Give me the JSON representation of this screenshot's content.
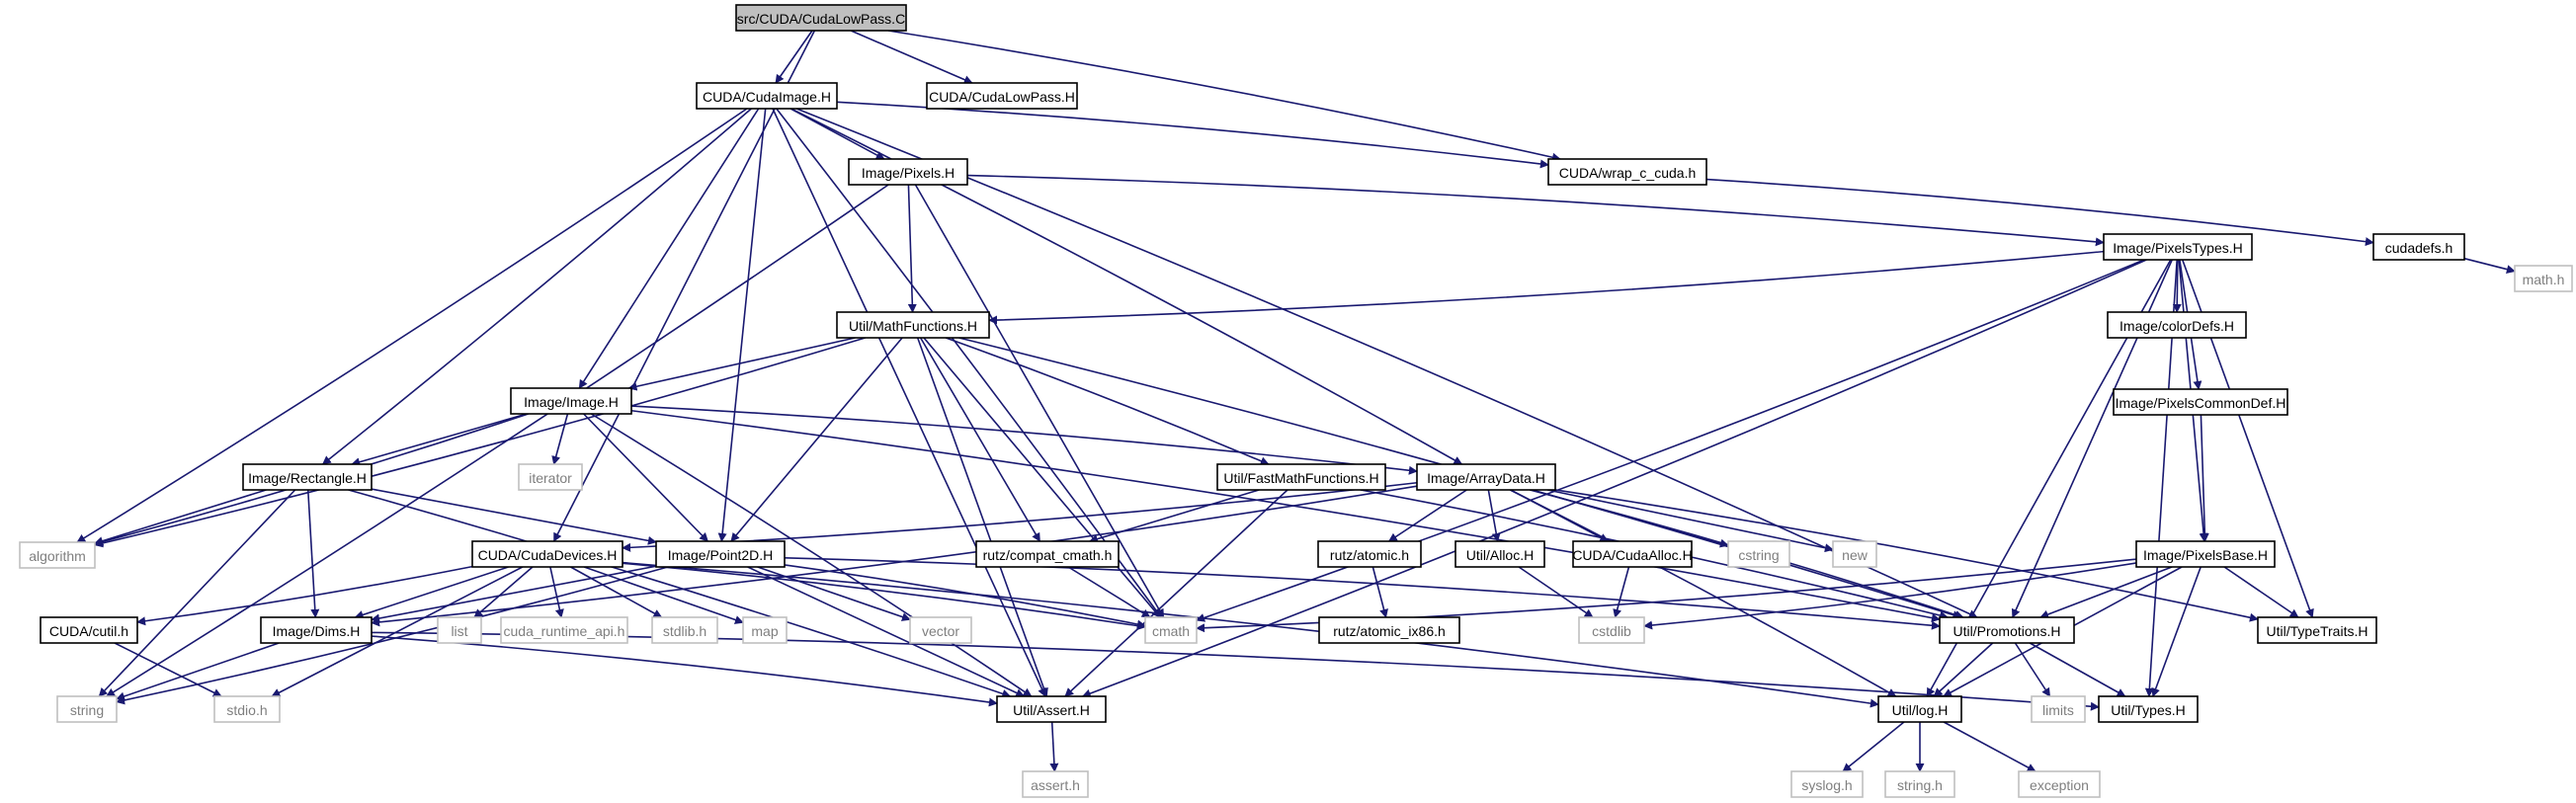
{
  "diagram": {
    "colors": {
      "edge": "#191970",
      "root_fill": "#bfbfbf",
      "local_fill": "#ffffff",
      "local_border": "#000000",
      "system_border": "#bfbfbf",
      "system_text": "#7f7f7f"
    },
    "nodes": [
      {
        "id": "root",
        "label": "src/CUDA/CudaLowPass.C",
        "kind": "root"
      },
      {
        "id": "cudaimage",
        "label": "CUDA/CudaImage.H",
        "kind": "local"
      },
      {
        "id": "cudalowpass_h",
        "label": "CUDA/CudaLowPass.H",
        "kind": "local"
      },
      {
        "id": "pixels",
        "label": "Image/Pixels.H",
        "kind": "local"
      },
      {
        "id": "wrapc",
        "label": "CUDA/wrap_c_cuda.h",
        "kind": "local"
      },
      {
        "id": "pixelstypes",
        "label": "Image/PixelsTypes.H",
        "kind": "local"
      },
      {
        "id": "cudadefs",
        "label": "cudadefs.h",
        "kind": "local"
      },
      {
        "id": "mathh",
        "label": "math.h",
        "kind": "system"
      },
      {
        "id": "mathfn",
        "label": "Util/MathFunctions.H",
        "kind": "local"
      },
      {
        "id": "colordefs",
        "label": "Image/colorDefs.H",
        "kind": "local"
      },
      {
        "id": "pixcommon",
        "label": "Image/PixelsCommonDef.H",
        "kind": "local"
      },
      {
        "id": "image",
        "label": "Image/Image.H",
        "kind": "local"
      },
      {
        "id": "iterator",
        "label": "iterator",
        "kind": "system"
      },
      {
        "id": "rectangle",
        "label": "Image/Rectangle.H",
        "kind": "local"
      },
      {
        "id": "fastmath",
        "label": "Util/FastMathFunctions.H",
        "kind": "local"
      },
      {
        "id": "arraydata",
        "label": "Image/ArrayData.H",
        "kind": "local"
      },
      {
        "id": "algorithm",
        "label": "algorithm",
        "kind": "system"
      },
      {
        "id": "cudadevices",
        "label": "CUDA/CudaDevices.H",
        "kind": "local"
      },
      {
        "id": "point2d",
        "label": "Image/Point2D.H",
        "kind": "local"
      },
      {
        "id": "compatcmath",
        "label": "rutz/compat_cmath.h",
        "kind": "local"
      },
      {
        "id": "atomic",
        "label": "rutz/atomic.h",
        "kind": "local"
      },
      {
        "id": "alloc",
        "label": "Util/Alloc.H",
        "kind": "local"
      },
      {
        "id": "cudaalloc",
        "label": "CUDA/CudaAlloc.H",
        "kind": "local"
      },
      {
        "id": "cstring",
        "label": "cstring",
        "kind": "system"
      },
      {
        "id": "new",
        "label": "new",
        "kind": "system"
      },
      {
        "id": "pixelsbase",
        "label": "Image/PixelsBase.H",
        "kind": "local"
      },
      {
        "id": "cutil",
        "label": "CUDA/cutil.h",
        "kind": "local"
      },
      {
        "id": "dims",
        "label": "Image/Dims.H",
        "kind": "local"
      },
      {
        "id": "list",
        "label": "list",
        "kind": "system"
      },
      {
        "id": "cudaruntime",
        "label": "cuda_runtime_api.h",
        "kind": "system"
      },
      {
        "id": "stdlibh",
        "label": "stdlib.h",
        "kind": "system"
      },
      {
        "id": "map",
        "label": "map",
        "kind": "system"
      },
      {
        "id": "vector",
        "label": "vector",
        "kind": "system"
      },
      {
        "id": "cmath",
        "label": "cmath",
        "kind": "system"
      },
      {
        "id": "atomicix86",
        "label": "rutz/atomic_ix86.h",
        "kind": "local"
      },
      {
        "id": "cstdlib",
        "label": "cstdlib",
        "kind": "system"
      },
      {
        "id": "promotions",
        "label": "Util/Promotions.H",
        "kind": "local"
      },
      {
        "id": "typetraits",
        "label": "Util/TypeTraits.H",
        "kind": "local"
      },
      {
        "id": "string",
        "label": "string",
        "kind": "system"
      },
      {
        "id": "stdioh",
        "label": "stdio.h",
        "kind": "system"
      },
      {
        "id": "assert",
        "label": "Util/Assert.H",
        "kind": "local"
      },
      {
        "id": "log",
        "label": "Util/log.H",
        "kind": "local"
      },
      {
        "id": "limits",
        "label": "limits",
        "kind": "system"
      },
      {
        "id": "types",
        "label": "Util/Types.H",
        "kind": "local"
      },
      {
        "id": "asserth",
        "label": "assert.h",
        "kind": "system"
      },
      {
        "id": "syslogh",
        "label": "syslog.h",
        "kind": "system"
      },
      {
        "id": "stringh",
        "label": "string.h",
        "kind": "system"
      },
      {
        "id": "exception",
        "label": "exception",
        "kind": "system"
      }
    ],
    "edges": [
      [
        "root",
        "cudaimage"
      ],
      [
        "root",
        "cudalowpass_h"
      ],
      [
        "root",
        "wrapc"
      ],
      [
        "root",
        "cudadevices"
      ],
      [
        "cudaimage",
        "pixels"
      ],
      [
        "cudaimage",
        "wrapc"
      ],
      [
        "cudaimage",
        "image"
      ],
      [
        "cudaimage",
        "rectangle"
      ],
      [
        "cudaimage",
        "arraydata"
      ],
      [
        "cudaimage",
        "algorithm"
      ],
      [
        "cudaimage",
        "point2d"
      ],
      [
        "cudaimage",
        "cmath"
      ],
      [
        "cudaimage",
        "assert"
      ],
      [
        "cudaimage",
        "promotions"
      ],
      [
        "wrapc",
        "cudadefs"
      ],
      [
        "cudadefs",
        "mathh"
      ],
      [
        "pixels",
        "pixelstypes"
      ],
      [
        "pixels",
        "mathfn"
      ],
      [
        "pixels",
        "cmath"
      ],
      [
        "pixels",
        "string"
      ],
      [
        "pixelstypes",
        "mathfn"
      ],
      [
        "pixelstypes",
        "colordefs"
      ],
      [
        "pixelstypes",
        "pixcommon"
      ],
      [
        "pixelstypes",
        "pixelsbase"
      ],
      [
        "pixelstypes",
        "typetraits"
      ],
      [
        "pixelstypes",
        "promotions"
      ],
      [
        "pixelstypes",
        "types"
      ],
      [
        "pixelstypes",
        "log"
      ],
      [
        "pixelstypes",
        "cmath"
      ],
      [
        "pixelstypes",
        "assert"
      ],
      [
        "pixcommon",
        "pixelsbase"
      ],
      [
        "pixelsbase",
        "typetraits"
      ],
      [
        "pixelsbase",
        "promotions"
      ],
      [
        "pixelsbase",
        "types"
      ],
      [
        "pixelsbase",
        "log"
      ],
      [
        "pixelsbase",
        "cmath"
      ],
      [
        "pixelsbase",
        "cstdlib"
      ],
      [
        "mathfn",
        "image"
      ],
      [
        "mathfn",
        "fastmath"
      ],
      [
        "mathfn",
        "compatcmath"
      ],
      [
        "mathfn",
        "point2d"
      ],
      [
        "mathfn",
        "algorithm"
      ],
      [
        "mathfn",
        "cmath"
      ],
      [
        "mathfn",
        "assert"
      ],
      [
        "mathfn",
        "promotions"
      ],
      [
        "image",
        "rectangle"
      ],
      [
        "image",
        "arraydata"
      ],
      [
        "image",
        "iterator"
      ],
      [
        "image",
        "algorithm"
      ],
      [
        "image",
        "point2d"
      ],
      [
        "image",
        "assert"
      ],
      [
        "image",
        "promotions"
      ],
      [
        "rectangle",
        "dims"
      ],
      [
        "rectangle",
        "point2d"
      ],
      [
        "rectangle",
        "algorithm"
      ],
      [
        "rectangle",
        "string"
      ],
      [
        "rectangle",
        "assert"
      ],
      [
        "fastmath",
        "assert"
      ],
      [
        "fastmath",
        "compatcmath"
      ],
      [
        "fastmath",
        "promotions"
      ],
      [
        "compatcmath",
        "cmath"
      ],
      [
        "arraydata",
        "cudadevices"
      ],
      [
        "arraydata",
        "atomic"
      ],
      [
        "arraydata",
        "alloc"
      ],
      [
        "arraydata",
        "cudaalloc"
      ],
      [
        "arraydata",
        "cstring"
      ],
      [
        "arraydata",
        "new"
      ],
      [
        "arraydata",
        "dims"
      ],
      [
        "arraydata",
        "promotions"
      ],
      [
        "arraydata",
        "typetraits"
      ],
      [
        "arraydata",
        "log"
      ],
      [
        "atomic",
        "atomicix86"
      ],
      [
        "alloc",
        "cstdlib"
      ],
      [
        "cudaalloc",
        "cstdlib"
      ],
      [
        "cudadevices",
        "cutil"
      ],
      [
        "cudadevices",
        "dims"
      ],
      [
        "cudadevices",
        "list"
      ],
      [
        "cudadevices",
        "cudaruntime"
      ],
      [
        "cudadevices",
        "stdlibh"
      ],
      [
        "cudadevices",
        "map"
      ],
      [
        "cudadevices",
        "stdioh"
      ],
      [
        "cudadevices",
        "log"
      ],
      [
        "cudadevices",
        "cmath"
      ],
      [
        "cutil",
        "stdioh"
      ],
      [
        "point2d",
        "dims"
      ],
      [
        "point2d",
        "vector"
      ],
      [
        "point2d",
        "cmath"
      ],
      [
        "point2d",
        "promotions"
      ],
      [
        "point2d",
        "string"
      ],
      [
        "point2d",
        "assert"
      ],
      [
        "dims",
        "string"
      ],
      [
        "dims",
        "assert"
      ],
      [
        "dims",
        "types"
      ],
      [
        "promotions",
        "log"
      ],
      [
        "promotions",
        "types"
      ],
      [
        "promotions",
        "limits"
      ],
      [
        "assert",
        "asserth"
      ],
      [
        "log",
        "syslogh"
      ],
      [
        "log",
        "stringh"
      ],
      [
        "log",
        "exception"
      ]
    ]
  }
}
